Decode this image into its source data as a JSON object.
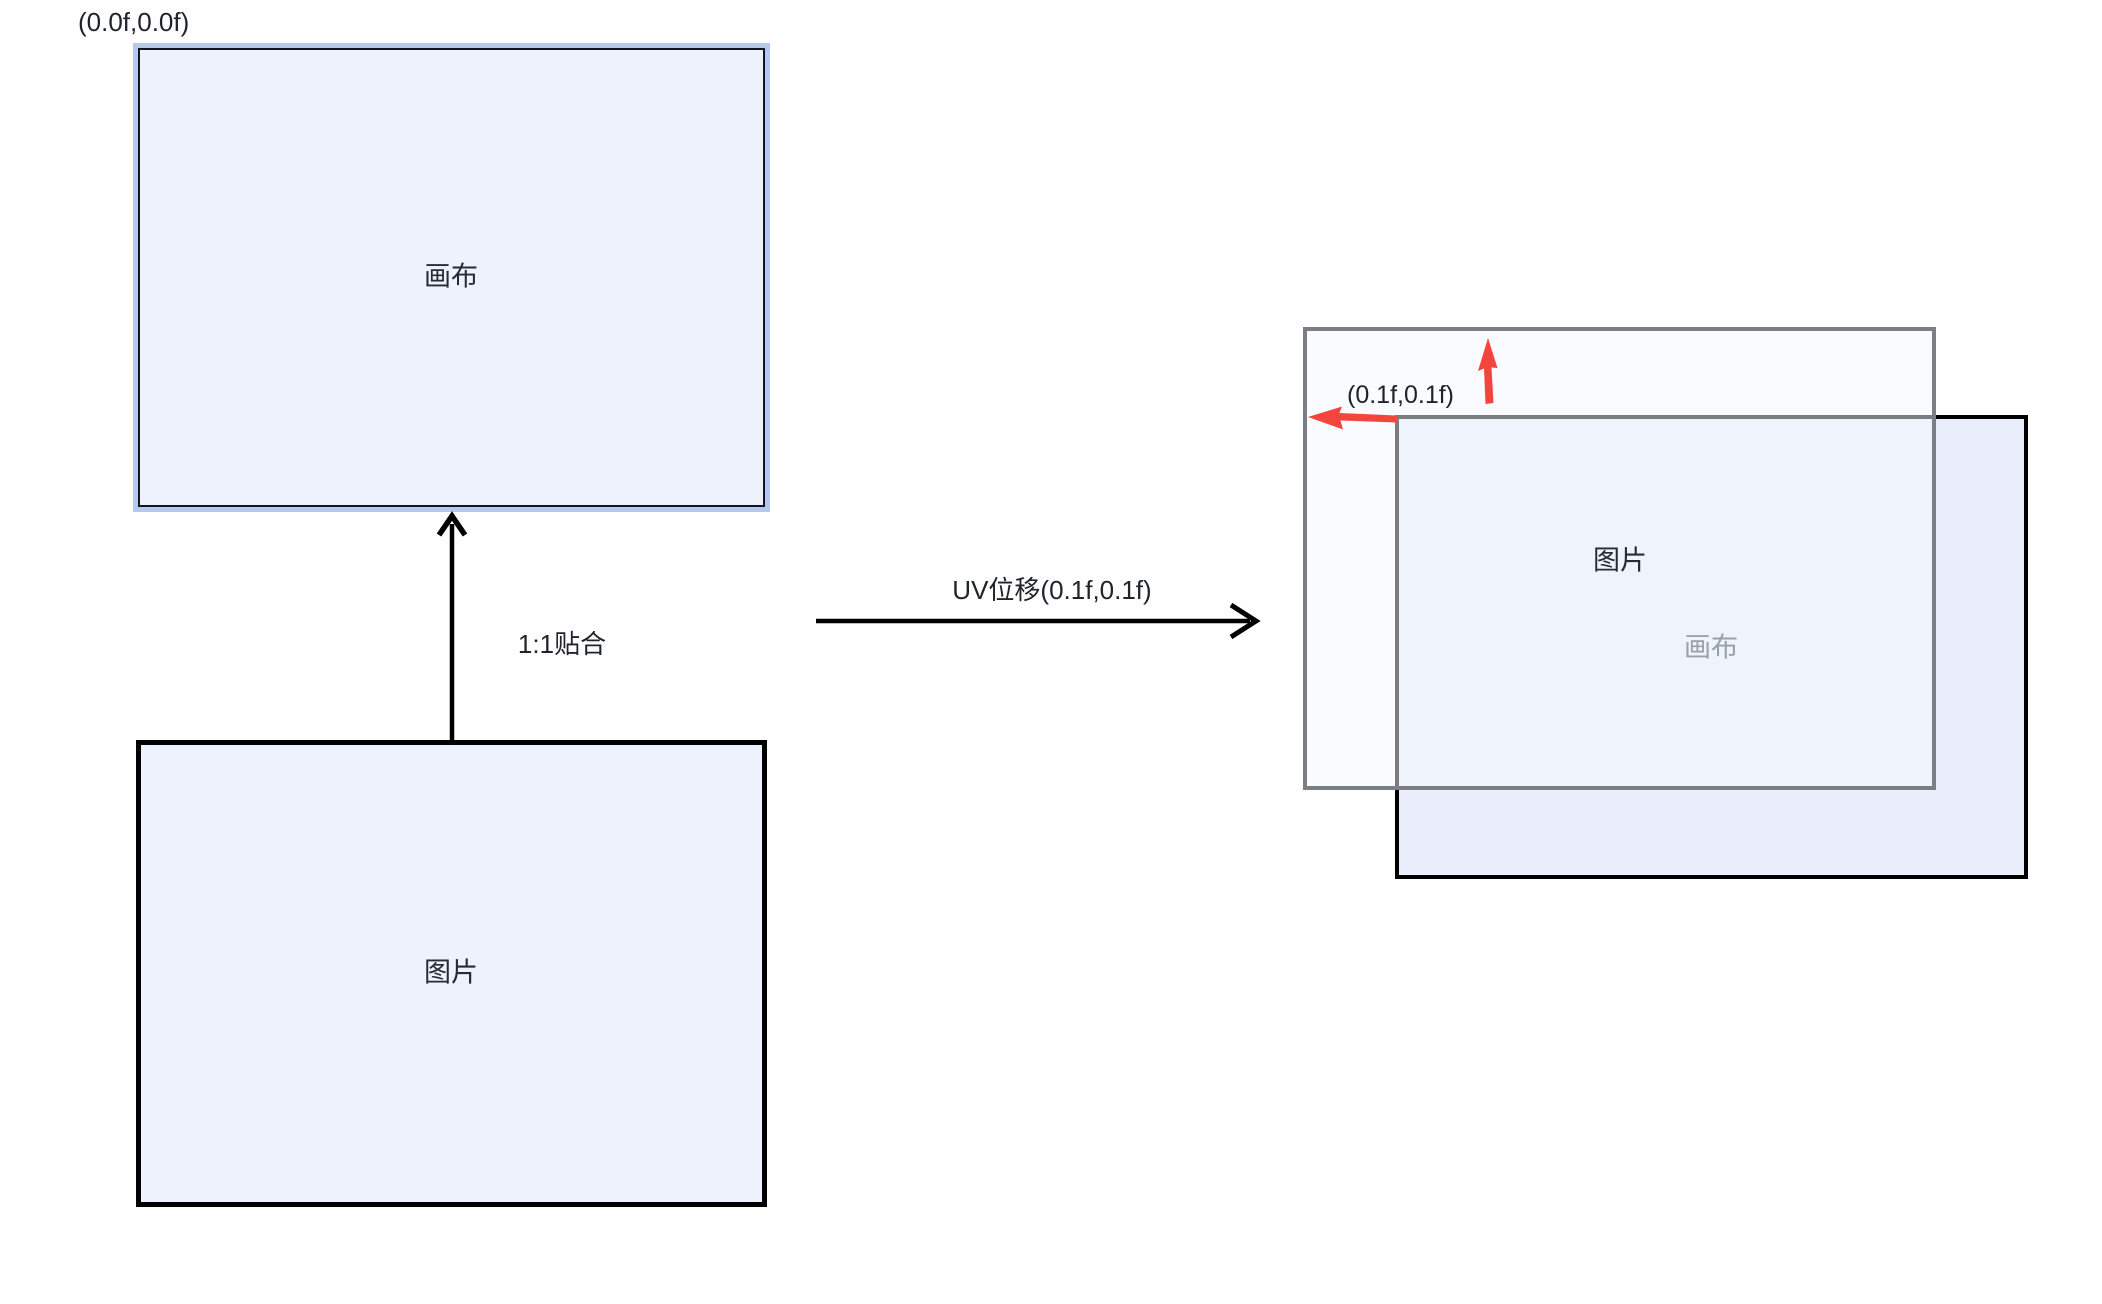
{
  "diagram": {
    "left": {
      "origin_label": "(0.0f,0.0f)",
      "canvas_label": "画布",
      "image_label": "图片",
      "fit_arrow_label": "1:1贴合"
    },
    "transform": {
      "uv_shift_label": "UV位移(0.1f,0.1f)"
    },
    "right": {
      "offset_label": "(0.1f,0.1f)",
      "image_label": "图片",
      "canvas_label": "画布"
    },
    "colors": {
      "background": "#ffffff",
      "shape_fill": "#edf2fc",
      "canvas_highlight_border": "#b6c7f0",
      "canvas_inner_border": "#10151f",
      "image_border": "#000000",
      "moved_canvas_border": "#7b7e84",
      "moved_canvas_fill": "rgba(244,248,254,0.5)",
      "moved_image_fill": "#e9eefa",
      "black_arrow": "#000000",
      "red_arrow": "#f2453d",
      "text_dark": "#20242c",
      "text_gray": "#9aa0a8"
    }
  }
}
